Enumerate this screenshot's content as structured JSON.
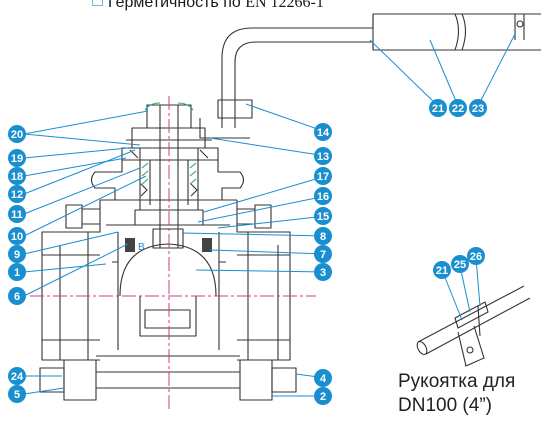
{
  "header": {
    "text": "Герметичность по",
    "standard": "EN 12266-1"
  },
  "callouts": {
    "c1": "1",
    "c2": "2",
    "c3": "3",
    "c4": "4",
    "c5": "5",
    "c6": "6",
    "c7": "7",
    "c8": "8",
    "c9": "9",
    "c10": "10",
    "c11": "11",
    "c12": "12",
    "c13": "13",
    "c14": "14",
    "c15": "15",
    "c16": "16",
    "c17": "17",
    "c18": "18",
    "c19": "19",
    "c20": "20",
    "c21": "21",
    "c22": "22",
    "c23": "23",
    "c24": "24",
    "c21b": "21",
    "c25": "25",
    "c26": "26"
  },
  "section_mark": "B",
  "caption": {
    "line1": "Рукоятка для",
    "line2": "DN100 (4”)"
  },
  "colors": {
    "callout_fill": "#1a8fd0",
    "leader_line": "#1a8fd0",
    "centerline": "#d0398f",
    "seal_accent": "#2ba57a",
    "drawing_line": "#333333"
  }
}
